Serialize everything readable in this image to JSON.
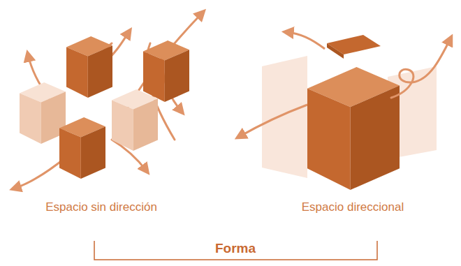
{
  "diagram": {
    "labels": [
      "Espacio sin dirección",
      "Espacio direccional",
      "Forma"
    ]
  }
}
